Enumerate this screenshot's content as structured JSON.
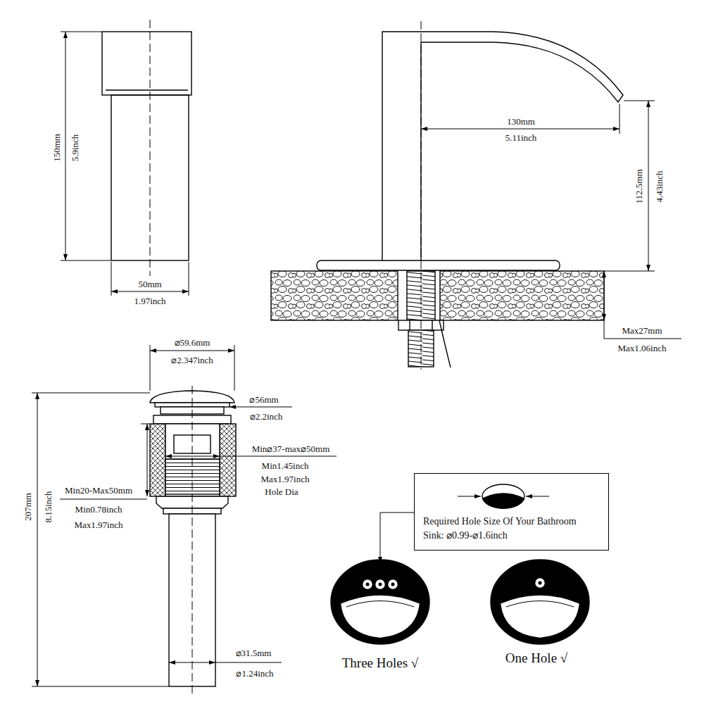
{
  "diagram": {
    "nodes": [
      {
        "text": [
          "Required Hole Size Of Your Bathroom Sink: ⌀0.99-⌀1.6inch"
        ]
      }
    ],
    "labels": [
      "150mm",
      "5.9inch",
      "50mm",
      "1.97inch",
      "130mm",
      "5.11inch",
      "112.5mm",
      "4.43inch",
      "Max27mm",
      "Max1.06inch",
      "⌀59.6mm",
      "⌀2.347inch",
      "⌀56mm",
      "⌀2.2inch",
      "Min⌀37-max⌀50mm",
      "Min1.45inch",
      "Max1.97inch",
      "Hole Dia",
      "Min20-Max50mm",
      "Min0.78inch",
      "Max1.97inch",
      "207mm",
      "8.15inch",
      "⌀31.5mm",
      "⌀1.24inch",
      "Three Holes √",
      "One Hole √"
    ]
  }
}
